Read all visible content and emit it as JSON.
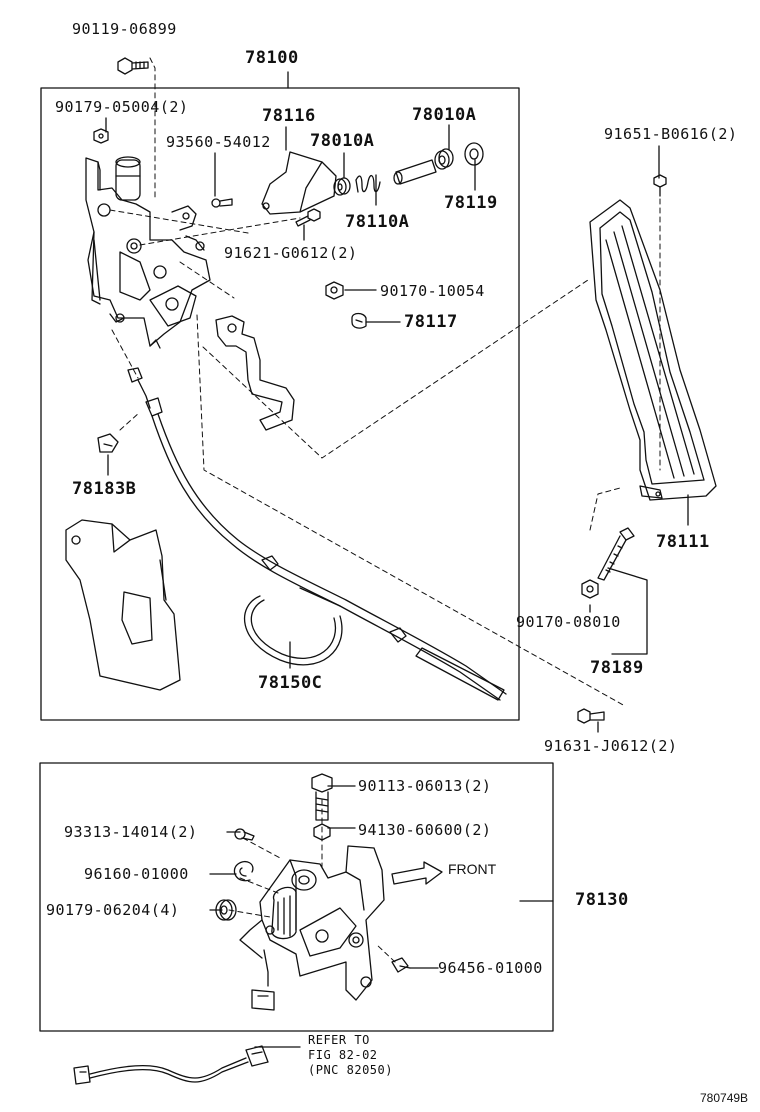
{
  "labels": {
    "p90119": "90119-06899",
    "p78100": "78100",
    "p90179_05004": "90179-05004(2)",
    "p78116": "78116",
    "p78010a_1": "78010A",
    "p78010a_2": "78010A",
    "p93560": "93560-54012",
    "p78110a": "78110A",
    "p78119": "78119",
    "p91621": "91621-G0612(2)",
    "p90170_10054": "90170-10054",
    "p78117": "78117",
    "p91651": "91651-B0616(2)",
    "p78183b": "78183B",
    "p78111": "78111",
    "p90170_08010": "90170-08010",
    "p78189": "78189",
    "p78150c": "78150C",
    "p91631": "91631-J0612(2)",
    "p90113": "90113-06013(2)",
    "p93313": "93313-14014(2)",
    "p94130": "94130-60600(2)",
    "p96160": "96160-01000",
    "p90179_06204": "90179-06204(4)",
    "p78130": "78130",
    "p96456": "96456-01000",
    "front": "FRONT",
    "refer_line1": "REFER TO",
    "refer_line2": "FIG 82-02",
    "refer_line3": "(PNC 82050)",
    "drawing_code": "780749B"
  }
}
